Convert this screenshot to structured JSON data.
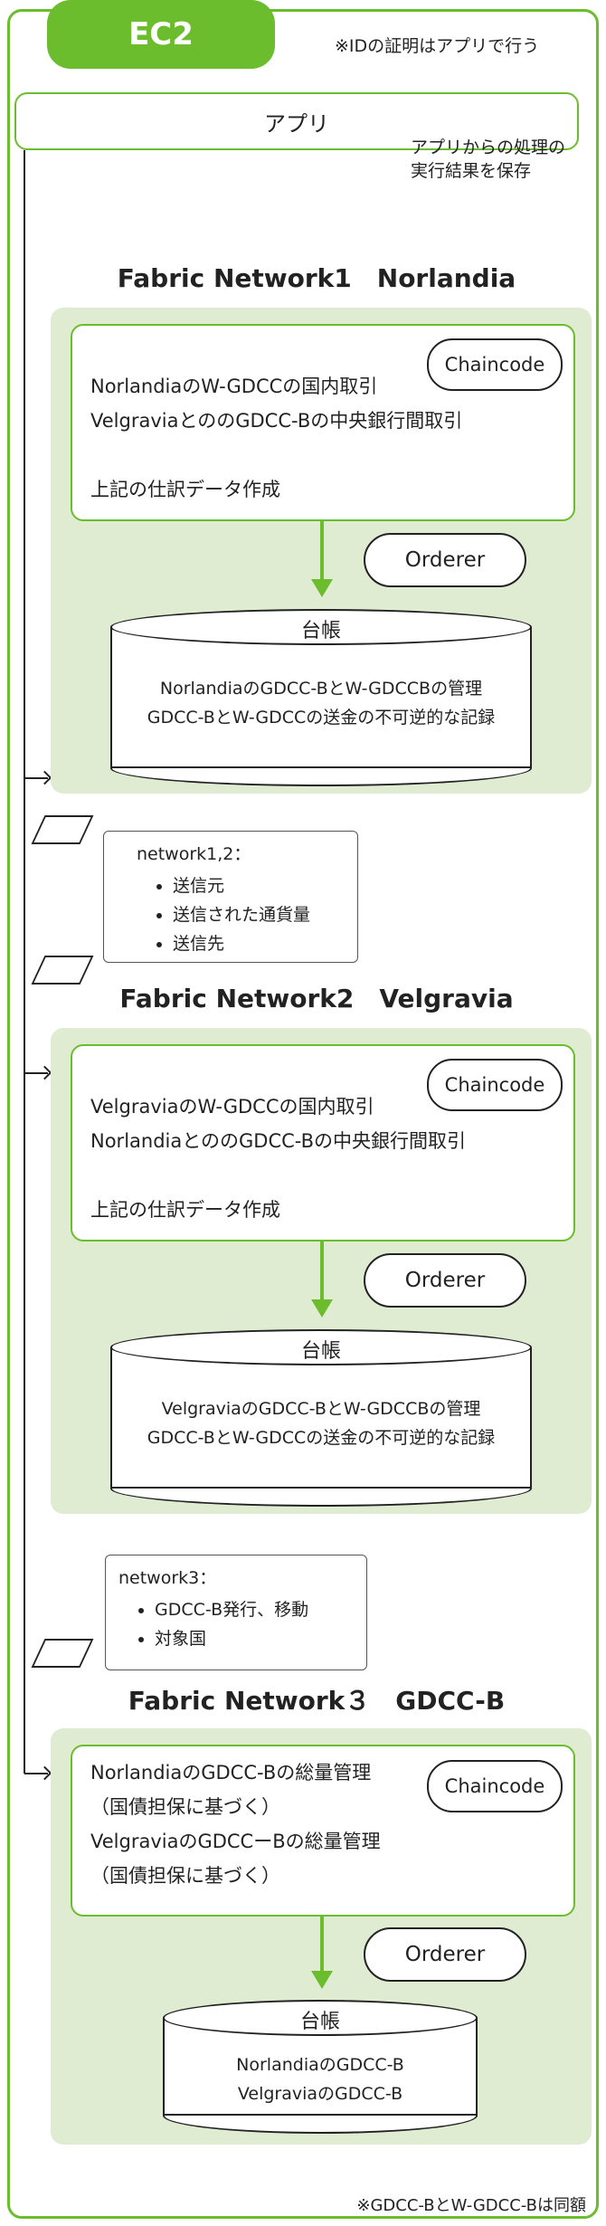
{
  "header": {
    "badge": "EC2",
    "note": "※IDの証明はアプリで行う"
  },
  "app": {
    "label": "アプリ",
    "save_note_line1": "アプリからの処理の",
    "save_note_line2": "実行結果を保存"
  },
  "networks": [
    {
      "title": "Fabric Network1　Norlandia",
      "chaincode": "Chaincode",
      "lines": [
        "NorlandiaのW-GDCCの国内取引",
        "VelgraviaとののGDCC-Bの中央銀行間取引",
        "",
        "上記の仕訳データ作成"
      ],
      "orderer": "Orderer",
      "ledger_title": "台帳",
      "ledger_lines": [
        "NorlandiaのGDCC-BとW-GDCCBの管理",
        "GDCC-BとW-GDCCの送金の不可逆的な記録"
      ]
    },
    {
      "title": "Fabric Network2　Velgravia",
      "chaincode": "Chaincode",
      "lines": [
        "VelgraviaのW-GDCCの国内取引",
        "NorlandiaとののGDCC-Bの中央銀行間取引",
        "",
        "上記の仕訳データ作成"
      ],
      "orderer": "Orderer",
      "ledger_title": "台帳",
      "ledger_lines": [
        "VelgraviaのGDCC-BとW-GDCCBの管理",
        "GDCC-BとW-GDCCの送金の不可逆的な記録"
      ]
    },
    {
      "title": "Fabric Network３　GDCC-B",
      "chaincode": "Chaincode",
      "lines": [
        "NorlandiaのGDCC-Bの総量管理",
        "（国債担保に基づく）",
        "VelgraviaのGDCCーBの総量管理",
        "（国債担保に基づく）"
      ],
      "orderer": "Orderer",
      "ledger_title": "台帳",
      "ledger_lines": [
        "NorlandiaのGDCC-B",
        "VelgraviaのGDCC-B"
      ]
    }
  ],
  "info_boxes": [
    {
      "heading": "network1,2：",
      "items": [
        "送信元",
        "送信された通貨量",
        "送信先"
      ]
    },
    {
      "heading": "network3：",
      "items": [
        "GDCC-B発行、移動",
        "対象国"
      ]
    }
  ],
  "footer": {
    "note": "※GDCC-BとW-GDCC-Bは同額"
  },
  "colors": {
    "accent": "#6cbd2e",
    "panel": "#dfecd2"
  }
}
